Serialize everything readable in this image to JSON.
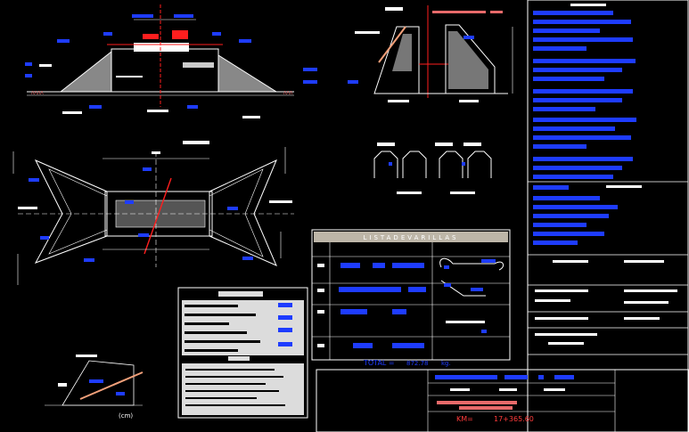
{
  "drawing": {
    "rebar_table": {
      "title": "LISTADEVARILLAS",
      "total_label": "TOTAL =",
      "total_value": "872.78",
      "total_unit": "kg."
    },
    "units_note": "(cm)",
    "station": {
      "label": "KM=",
      "value": "17+365.60"
    },
    "colors": {
      "background": "#000000",
      "line": "#ffffff",
      "annotation": "#1e3cff",
      "accent_red": "#ff1e1e",
      "accent_pink": "#e86a6a",
      "accent_orange": "#f2a07a",
      "panel_fill": "#dcdcdc",
      "table_header": "#bdb6a8"
    }
  }
}
